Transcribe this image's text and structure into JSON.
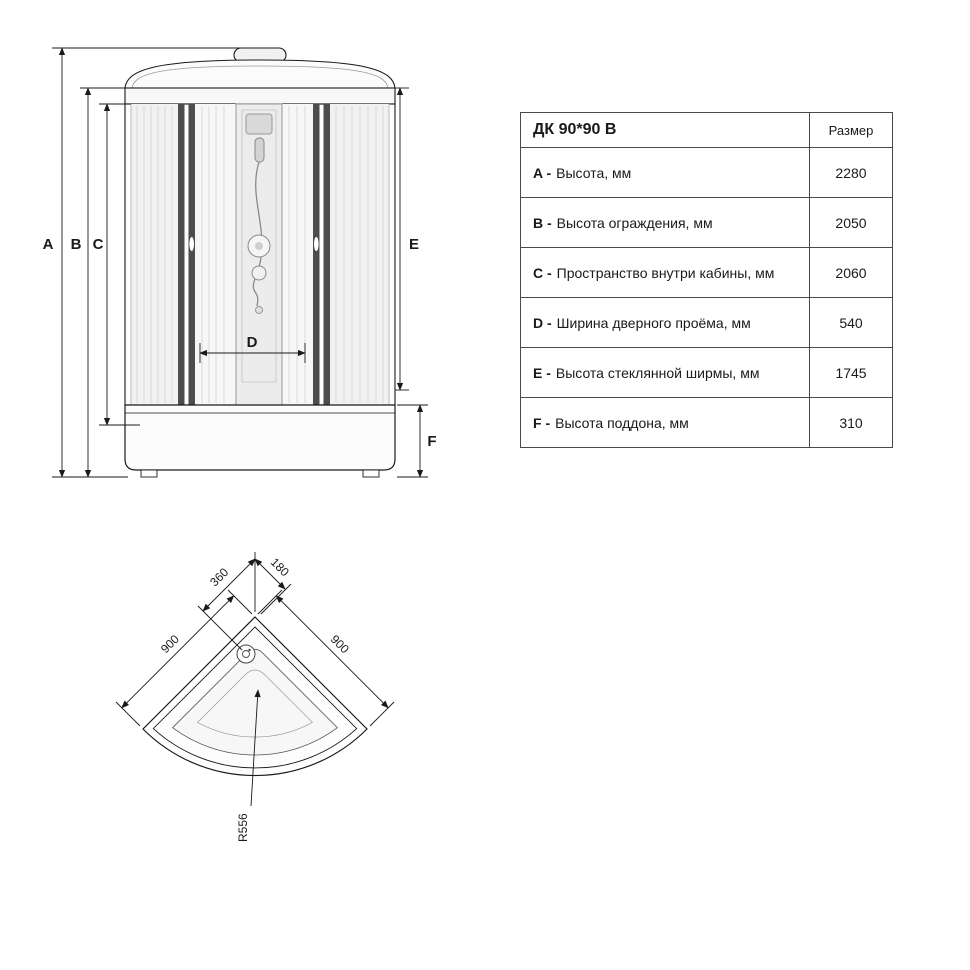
{
  "table": {
    "title": "ДК 90*90 В",
    "size_header": "Размер",
    "rows": [
      {
        "letter": "A -",
        "label": "Высота, мм",
        "value": "2280"
      },
      {
        "letter": "B -",
        "label": "Высота ограждения, мм",
        "value": "2050"
      },
      {
        "letter": "C -",
        "label": "Пространство внутри кабины, мм",
        "value": "2060"
      },
      {
        "letter": "D -",
        "label": "Ширина дверного проёма, мм",
        "value": "540"
      },
      {
        "letter": "E -",
        "label": "Высота стеклянной ширмы, мм",
        "value": "1745"
      },
      {
        "letter": "F -",
        "label": "Высота поддона, мм",
        "value": "310"
      }
    ]
  },
  "front_view": {
    "labels": {
      "a": "A",
      "b": "B",
      "c": "C",
      "d": "D",
      "e": "E",
      "f": "F"
    }
  },
  "top_view": {
    "labels": {
      "side_left": "900",
      "side_right": "900",
      "offset_360": "360",
      "offset_180": "180",
      "radius": "R556"
    }
  },
  "colors": {
    "line": "#1a1a1a",
    "frame_dark": "#4d4d4d",
    "glass": "#f1f1f1",
    "table_border": "#4a4a4a"
  }
}
